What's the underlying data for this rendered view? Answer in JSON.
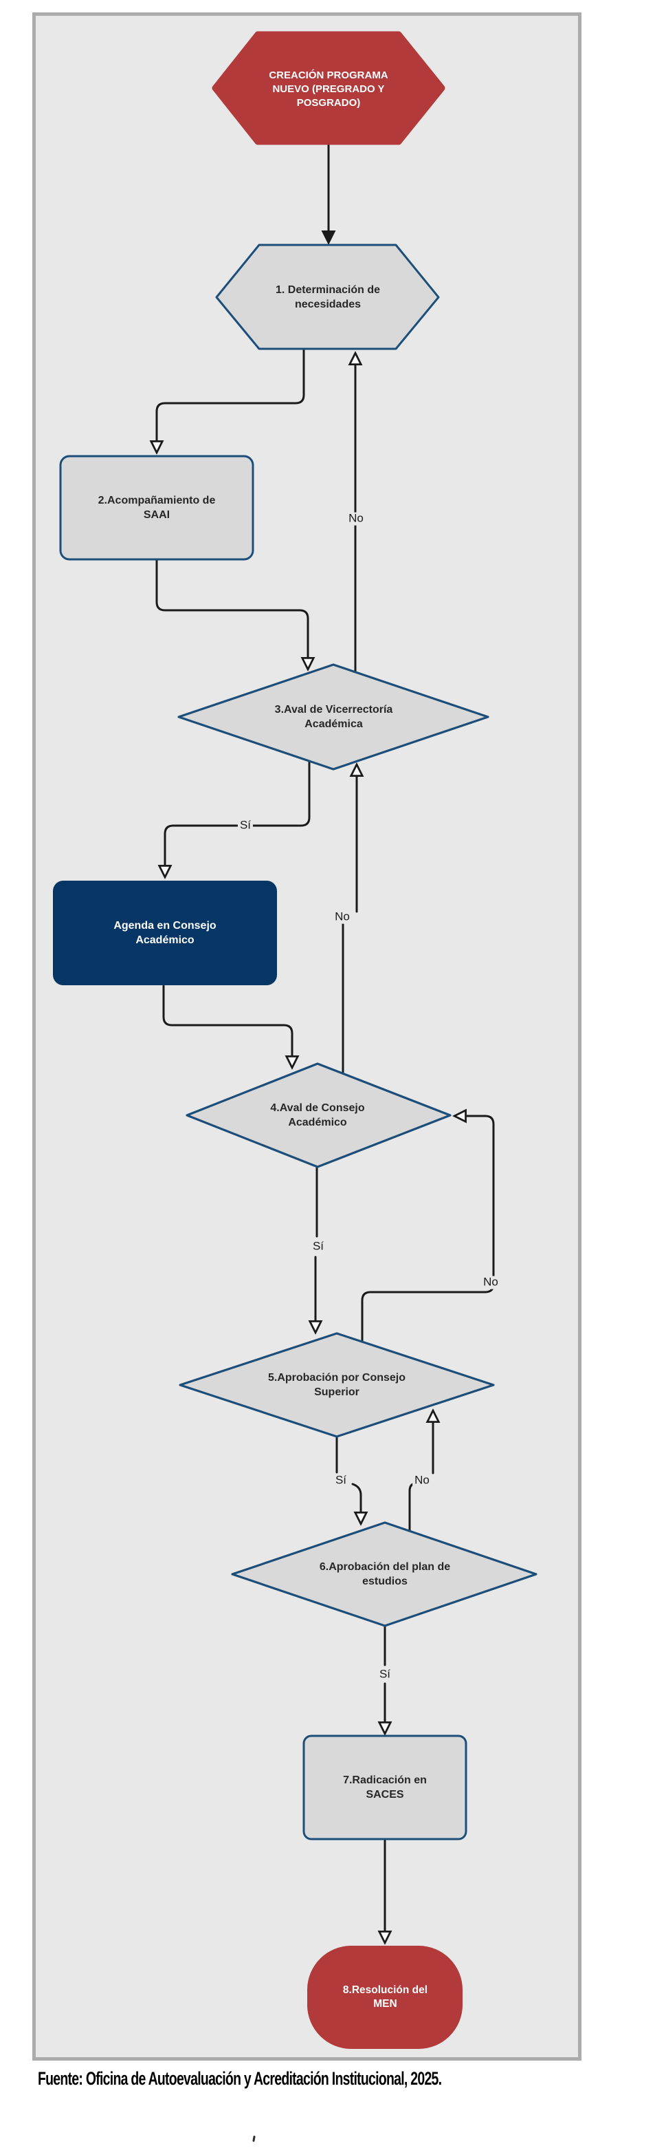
{
  "canvas": {
    "background": "#e8e8e8",
    "border_color": "#ababab"
  },
  "flowchart": {
    "nodes": [
      {
        "id": "start",
        "shape": "hexagon",
        "fill": "#b23a3a",
        "label": "CREACIÓN PROGRAMA NUEVO (PREGRADO Y POSGRADO)"
      },
      {
        "id": "step-1",
        "shape": "hexagon",
        "fill": "#d9d9d9",
        "label": "1. Determinación de necesidades"
      },
      {
        "id": "step-2",
        "shape": "rectangle",
        "fill": "#d9d9d9",
        "label": "2.Acompañamiento de SAAI"
      },
      {
        "id": "step-3",
        "shape": "diamond",
        "fill": "#d9d9d9",
        "label": "3.Aval de Vicerrectoría Académica"
      },
      {
        "id": "agenda",
        "shape": "rectangle",
        "fill": "#063666",
        "label": "Agenda en Consejo Académico"
      },
      {
        "id": "step-4",
        "shape": "diamond",
        "fill": "#d9d9d9",
        "label": "4.Aval de Consejo Académico"
      },
      {
        "id": "step-5",
        "shape": "diamond",
        "fill": "#d9d9d9",
        "label": "5.Aprobación por Consejo Superior"
      },
      {
        "id": "step-6",
        "shape": "diamond",
        "fill": "#d9d9d9",
        "label": "6.Aprobación del plan de estudios"
      },
      {
        "id": "step-7",
        "shape": "rectangle",
        "fill": "#d9d9d9",
        "label": "7.Radicación en SACES"
      },
      {
        "id": "end",
        "shape": "terminator",
        "fill": "#b23a3a",
        "label": "8.Resolución del MEN"
      }
    ],
    "edge_labels": {
      "d3_to_d1_no": "No",
      "d3_si": "Sí",
      "d4_to_d3_no": "No",
      "d4_si": "Sí",
      "d5_to_d4_no": "No",
      "d5_si": "Sí",
      "d6_to_d5_no": "No",
      "d6_si": "Sí"
    },
    "colors": {
      "border_blue": "#1d4e79",
      "line": "#1a1a1a",
      "red": "#b23a3a",
      "navy": "#063666",
      "shape_gray": "#d9d9d9",
      "text_dark": "#272727"
    }
  },
  "caption": "Fuente: Oficina de Autoevaluación y Acreditación Institucional, 2025."
}
